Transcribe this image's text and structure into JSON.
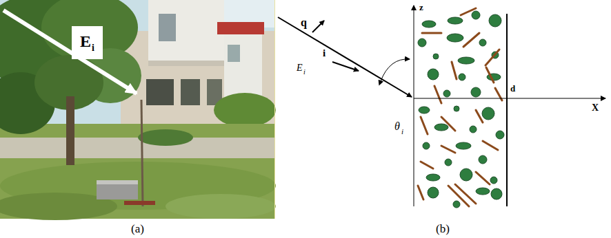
{
  "diagram": {
    "nodes": [
      {
        "text": [
          "E",
          "i"
        ]
      }
    ],
    "labels": [
      "q",
      "i",
      "E",
      "i",
      "θ",
      "i",
      "z",
      "d",
      "X",
      "(a)",
      "(b)"
    ]
  }
}
